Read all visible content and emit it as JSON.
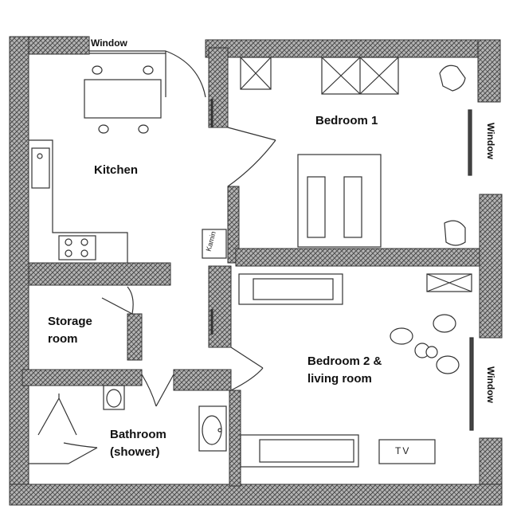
{
  "rooms": {
    "kitchen": "Kitchen",
    "bedroom1": "Bedroom 1",
    "storage_line1": "Storage",
    "storage_line2": "room",
    "bedroom2_line1": "Bedroom 2 &",
    "bedroom2_line2": "living room",
    "bathroom_line1": "Bathroom",
    "bathroom_line2": "(shower)"
  },
  "windows": {
    "top": "Window",
    "right_upper": "Window",
    "right_lower": "Window"
  },
  "fixtures": {
    "fireplace": "Kamin",
    "tv": "TV"
  },
  "colors": {
    "wall_fill": "#8a8a8a",
    "line": "#333333"
  }
}
